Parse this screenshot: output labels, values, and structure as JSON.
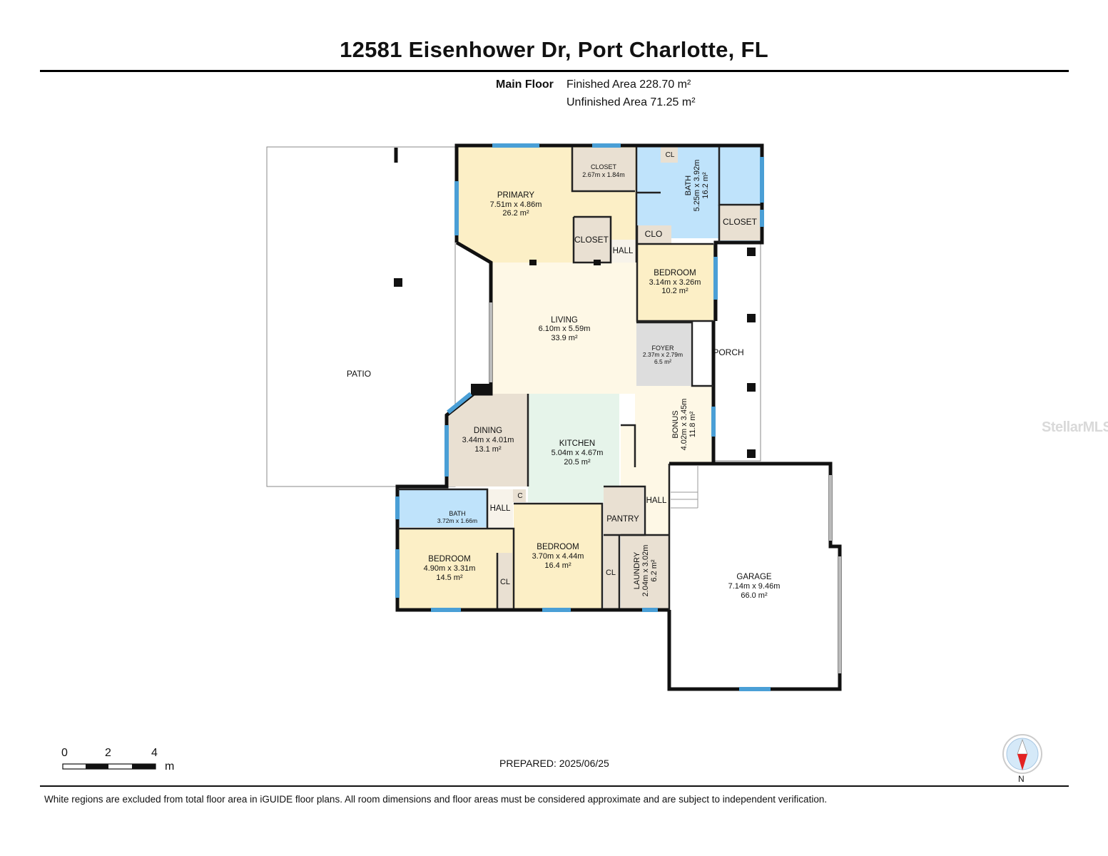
{
  "header": {
    "address": "12581 Eisenhower Dr, Port Charlotte, FL",
    "floor_label": "Main Floor",
    "finished_area": "Finished Area 228.70 m²",
    "unfinished_area": "Unfinished Area 71.25 m²"
  },
  "colors": {
    "bedroom": "#fcefc6",
    "bath": "#bfe3fb",
    "living": "#fef8e6",
    "dining": "#e9e0d2",
    "kitchen": "#e6f4ea",
    "closet": "#e9e0d2",
    "foyer": "#dddddd",
    "wall": "#111111",
    "window": "#4a9fd6"
  },
  "rooms": {
    "primary": {
      "name": "PRIMARY",
      "dims": "7.51m x 4.86m",
      "area": "26.2 m²"
    },
    "closet_top": {
      "name": "CLOSET",
      "dims": "2.67m x 1.84m"
    },
    "cl_top": {
      "name": "CL"
    },
    "bath_primary": {
      "name": "BATH",
      "dims": "5.25m x 3.92m",
      "area": "16.2 m²"
    },
    "closet_bath": {
      "name": "CLOSET"
    },
    "closet_mid": {
      "name": "CLOSET"
    },
    "clo": {
      "name": "CLO"
    },
    "hall_top": {
      "name": "HALL"
    },
    "bedroom_ne": {
      "name": "BEDROOM",
      "dims": "3.14m x 3.26m",
      "area": "10.2 m²"
    },
    "living": {
      "name": "LIVING",
      "dims": "6.10m x 5.59m",
      "area": "33.9 m²"
    },
    "foyer": {
      "name": "FOYER",
      "dims": "2.37m x 2.79m",
      "area": "6.5 m²"
    },
    "porch": {
      "name": "PORCH"
    },
    "patio": {
      "name": "PATIO"
    },
    "bonus": {
      "name": "BONUS",
      "dims": "4.02m x 3.45m",
      "area": "11.8 m²"
    },
    "dining": {
      "name": "DINING",
      "dims": "3.44m x 4.01m",
      "area": "13.1 m²"
    },
    "kitchen": {
      "name": "KITCHEN",
      "dims": "5.04m x 4.67m",
      "area": "20.5 m²"
    },
    "bath_small": {
      "name": "BATH",
      "dims": "3.72m x 1.66m"
    },
    "hall_mid": {
      "name": "HALL"
    },
    "c_small": {
      "name": "C"
    },
    "pantry": {
      "name": "PANTRY"
    },
    "hall_right": {
      "name": "HALL"
    },
    "bedroom_sw": {
      "name": "BEDROOM",
      "dims": "4.90m x 3.31m",
      "area": "14.5 m²"
    },
    "cl_sw": {
      "name": "CL"
    },
    "bedroom_s": {
      "name": "BEDROOM",
      "dims": "3.70m x 4.44m",
      "area": "16.4 m²"
    },
    "cl_s": {
      "name": "CL"
    },
    "laundry": {
      "name": "LAUNDRY",
      "dims": "2.04m x 3.02m",
      "area": "6.2 m²"
    },
    "garage": {
      "name": "GARAGE",
      "dims": "7.14m x 9.46m",
      "area": "66.0 m²"
    }
  },
  "scale": {
    "ticks": [
      "0",
      "2",
      "4"
    ],
    "unit": "m"
  },
  "compass": {
    "label": "N"
  },
  "footer": {
    "prepared": "PREPARED: 2025/06/25",
    "disclaimer": "White regions are excluded from total floor area in iGUIDE floor plans. All room dimensions and floor areas must be considered approximate and are subject to independent verification.",
    "watermark": "StellarMLS"
  }
}
